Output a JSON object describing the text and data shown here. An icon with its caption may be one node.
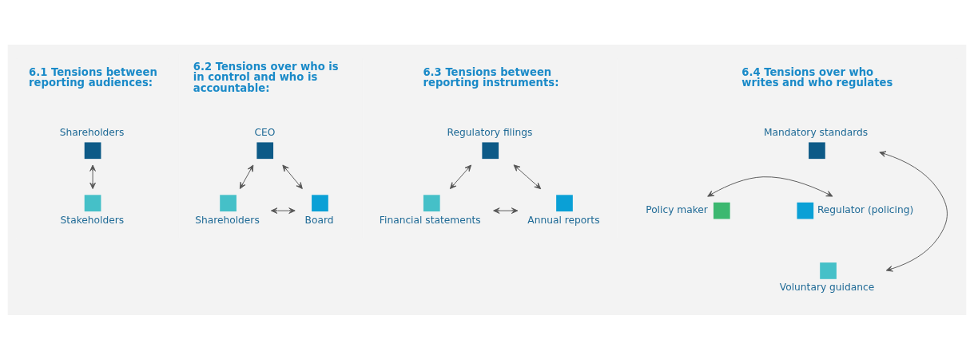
{
  "diagram": {
    "nodes": [
      {
        "text": [
          "Shareholders"
        ]
      },
      {
        "text": [
          "Stakeholders"
        ]
      },
      {
        "text": [
          "CEO"
        ]
      },
      {
        "text": [
          "Shareholders"
        ]
      },
      {
        "text": [
          "Board"
        ]
      },
      {
        "text": [
          "Regulatory filings"
        ]
      },
      {
        "text": [
          "Financial statements"
        ]
      },
      {
        "text": [
          "Annual reports"
        ]
      },
      {
        "text": [
          "Mandatory standards"
        ]
      },
      {
        "text": [
          "Policy maker"
        ]
      },
      {
        "text": [
          "Regulator (policing)"
        ]
      },
      {
        "text": [
          "Voluntary guidance"
        ]
      }
    ],
    "edges": [
      {
        "from": 0,
        "to": 1,
        "arrow": "both"
      },
      {
        "from": 2,
        "to": 3,
        "arrow": "both"
      },
      {
        "from": 2,
        "to": 4,
        "arrow": "both"
      },
      {
        "from": 3,
        "to": 4,
        "arrow": "both"
      },
      {
        "from": 5,
        "to": 6,
        "arrow": "both"
      },
      {
        "from": 5,
        "to": 7,
        "arrow": "both"
      },
      {
        "from": 6,
        "to": 7,
        "arrow": "both"
      },
      {
        "from": 8,
        "to": 11,
        "arrow": "both"
      },
      {
        "from": 9,
        "to": 10,
        "arrow": "both"
      }
    ],
    "labels": [
      "6.1 Tensions between reporting audiences:",
      "6.2 Tensions over who is in control and who is accountable:",
      "6.3 Tensions between reporting instruments:",
      "6.4 Tensions over who writes and who regulates"
    ]
  }
}
